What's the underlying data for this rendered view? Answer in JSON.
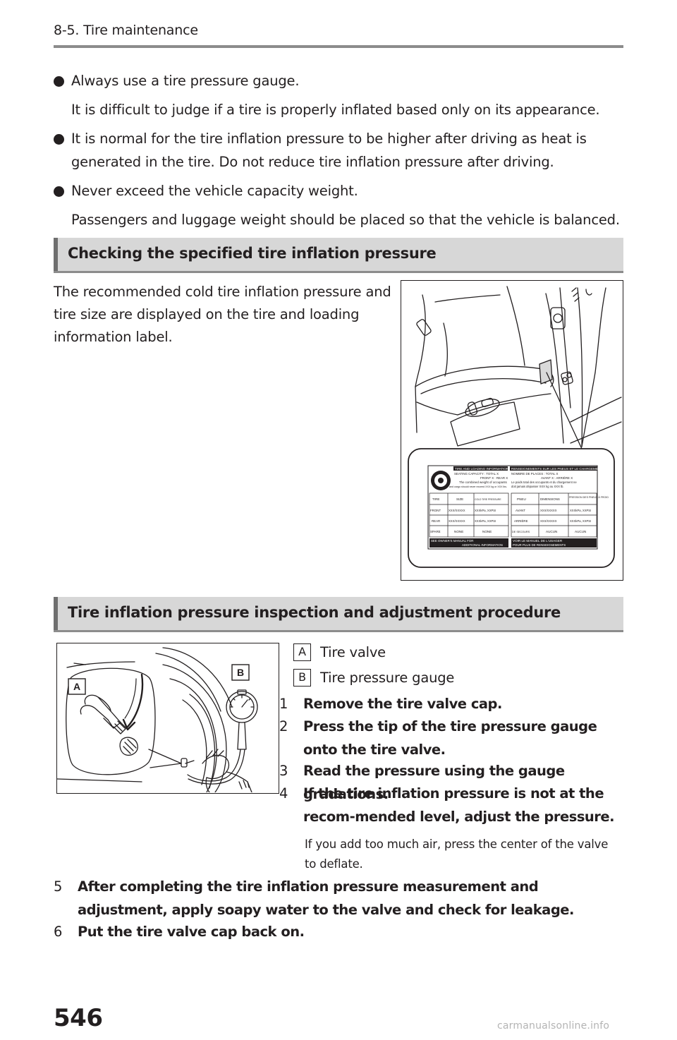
{
  "header": {
    "section_title": "8-5. Tire maintenance"
  },
  "bullets": [
    {
      "lead": "Always use a tire pressure gauge.",
      "detail": "It is difficult to judge if a tire is properly inflated based only on its appearance."
    },
    {
      "lead": "It is normal for the tire inflation pressure to be higher after driving as heat is generated in the tire. Do not reduce tire inflation pressure after driving.",
      "detail": ""
    },
    {
      "lead": "Never exceed the vehicle capacity weight.",
      "detail": "Passengers and luggage weight should be placed so that the vehicle is balanced."
    }
  ],
  "section1": {
    "title": "Checking the specified tire inflation pressure",
    "paragraph": "The recommended cold tire inflation pressure and tire size are displayed on the tire and loading information label."
  },
  "label": {
    "left_title": "TIRE AND LOADING INFORMATION",
    "left_line1": "SEATING CAPACITY : TOTAL X",
    "left_line2": "FRONT X : REAR X",
    "left_line3": "The combined weight of occupants",
    "left_line4": "and cargo should never exceed XXX kg or XXX lbs.",
    "right_title": "RENSEIGNEMENTS SUR LES PNEUS ET LE CHARGEMENT",
    "right_line1": "NOMBRE DE PLACES : TOTAL X",
    "right_line2": "AVANT X : ARRIÈRE X",
    "right_line3": "Le poids total des occupants et du chargement ne",
    "right_line4": "doit jamais dépasser XXX kg ou XXX lb.",
    "left_headers": [
      "TIRE",
      "SIZE",
      "COLD TIRE PRESSURE"
    ],
    "right_headers": [
      "PNEU",
      "DIMENSIONS",
      "PRESSION DES PNEUS À FROID"
    ],
    "left_rows": [
      [
        "FRONT",
        "XXX/XXXXX",
        "XXXkPa, XXPSI"
      ],
      [
        "REAR",
        "XXX/XXXXX",
        "XXXkPa, XXPSI"
      ],
      [
        "SPARE",
        "NONE",
        "NONE"
      ]
    ],
    "right_rows": [
      [
        "AVANT",
        "XXX/XXXXX",
        "XXXkPa, XXPSI"
      ],
      [
        "ARRIÈRE",
        "XXX/XXXXX",
        "XXXkPa, XXPSI"
      ],
      [
        "DE SECOURS",
        "AUCUN",
        "AUCUN"
      ]
    ],
    "left_footer1": "SEE OWNER'S MANUAL FOR",
    "left_footer2": "ADDITIONAL INFORMATION",
    "right_footer1": "VOIR LE MANUEL DE L'USAGER",
    "right_footer2": "POUR PLUS DE RENSEIGNEMENTS"
  },
  "section2": {
    "title": "Tire inflation pressure inspection and adjustment procedure",
    "callout_a": "A",
    "callout_b": "B",
    "legend": [
      {
        "badge": "A",
        "label": "Tire valve"
      },
      {
        "badge": "B",
        "label": "Tire pressure gauge"
      }
    ],
    "steps": [
      {
        "num": "1",
        "text": "Remove the tire valve cap."
      },
      {
        "num": "2",
        "text": "Press the tip of the tire pressure gauge onto the tire valve."
      },
      {
        "num": "3",
        "text": "Read the pressure using the gauge gradations."
      },
      {
        "num": "4",
        "text": "If the tire inflation pressure is not at the recom-mended level, adjust the pressure."
      }
    ],
    "note": "If you add too much air, press the center of the valve to deflate.",
    "steps_wide": [
      {
        "num": "5",
        "text": "After completing the tire inflation pressure measurement and adjustment, apply soapy water to the valve and check for leakage."
      },
      {
        "num": "6",
        "text": "Put the tire valve cap back on."
      }
    ]
  },
  "footer": {
    "page_number": "546",
    "watermark": "carmanualsonline.info"
  }
}
